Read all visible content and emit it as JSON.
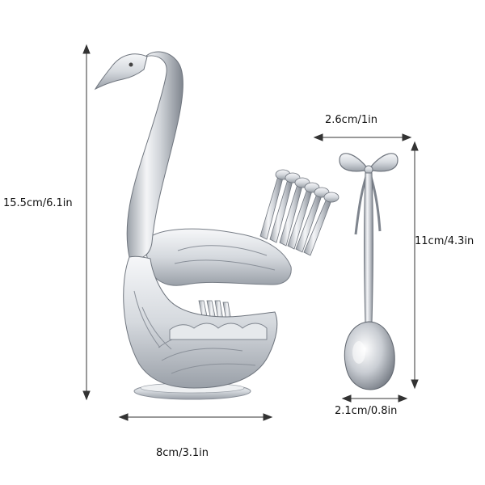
{
  "product": {
    "subject": "swan-shaped spoon holder with bow-knot teaspoons",
    "colors": {
      "metal": "#d9dde2",
      "metal_shadow": "#8a9099",
      "metal_highlight": "#f7f8fa",
      "lines": "#333333",
      "background": "#ffffff"
    }
  },
  "dimensions": {
    "swan_height": "15.5cm/6.1in",
    "swan_width": "8cm/3.1in",
    "spoon_top_width": "2.6cm/1in",
    "spoon_length": "11cm/4.3in",
    "spoon_bowl_width": "2.1cm/0.8in"
  }
}
